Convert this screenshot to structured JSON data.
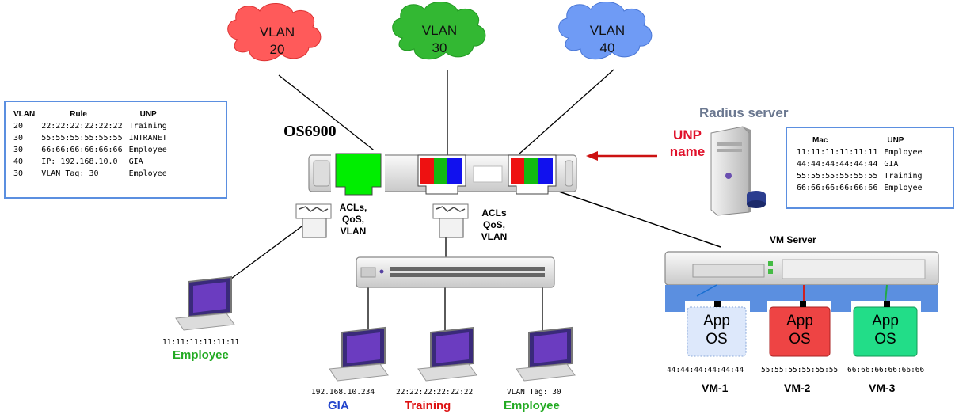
{
  "clouds": [
    {
      "line1": "VLAN",
      "line2": "20",
      "color": "#ff5a5a"
    },
    {
      "line1": "VLAN",
      "line2": "30",
      "color": "#33b833"
    },
    {
      "line1": "VLAN",
      "line2": "40",
      "color": "#6f9bf5"
    }
  ],
  "rules_table": {
    "headers": [
      "VLAN",
      "Rule",
      "UNP"
    ],
    "rows": [
      [
        "20",
        "22:22:22:22:22:22",
        "Training"
      ],
      [
        "30",
        "55:55:55:55:55:55",
        "INTRANET"
      ],
      [
        "30",
        "66:66:66:66:66:66",
        "Employee"
      ],
      [
        "40",
        "IP: 192.168.10.0",
        "GIA"
      ],
      [
        "30",
        "VLAN Tag: 30",
        "Employee"
      ]
    ]
  },
  "switch_label": "OS6900",
  "port_label_1": {
    "l1": "ACLs,",
    "l2": "QoS,",
    "l3": "VLAN"
  },
  "port_label_2": {
    "l1": "ACLs",
    "l2": "QoS,",
    "l3": "VLAN"
  },
  "radius": {
    "title": "Radius server",
    "unp_line1": "UNP",
    "unp_line2": "name",
    "table_headers": [
      "Mac",
      "UNP"
    ],
    "table_rows": [
      [
        "11:11:11:11:11:11",
        "Employee"
      ],
      [
        "44:44:44:44:44:44",
        "GIA"
      ],
      [
        "55:55:55:55:55:55",
        "Training"
      ],
      [
        "66:66:66:66:66:66",
        "Employee"
      ]
    ]
  },
  "vm_server": {
    "title": "VM Server",
    "vms": [
      {
        "app": "App",
        "os": "OS",
        "mac": "44:44:44:44:44:44",
        "name": "VM-1",
        "color": "#dde8fb"
      },
      {
        "app": "App",
        "os": "OS",
        "mac": "55:55:55:55:55:55",
        "name": "VM-2",
        "color": "#ee4444"
      },
      {
        "app": "App",
        "os": "OS",
        "mac": "66:66:66:66:66:66",
        "name": "VM-3",
        "color": "#22dd88"
      }
    ]
  },
  "laptops": [
    {
      "mac": "11:11:11:11:11:11",
      "role": "Employee",
      "role_color": "#22aa22"
    },
    {
      "mac": "192.168.10.234",
      "role": "GIA",
      "role_color": "#2244cc"
    },
    {
      "mac": "22:22:22:22:22:22",
      "role": "Training",
      "role_color": "#dd1111"
    },
    {
      "mac": "VLAN Tag: 30",
      "role": "Employee",
      "role_color": "#22aa22"
    }
  ]
}
